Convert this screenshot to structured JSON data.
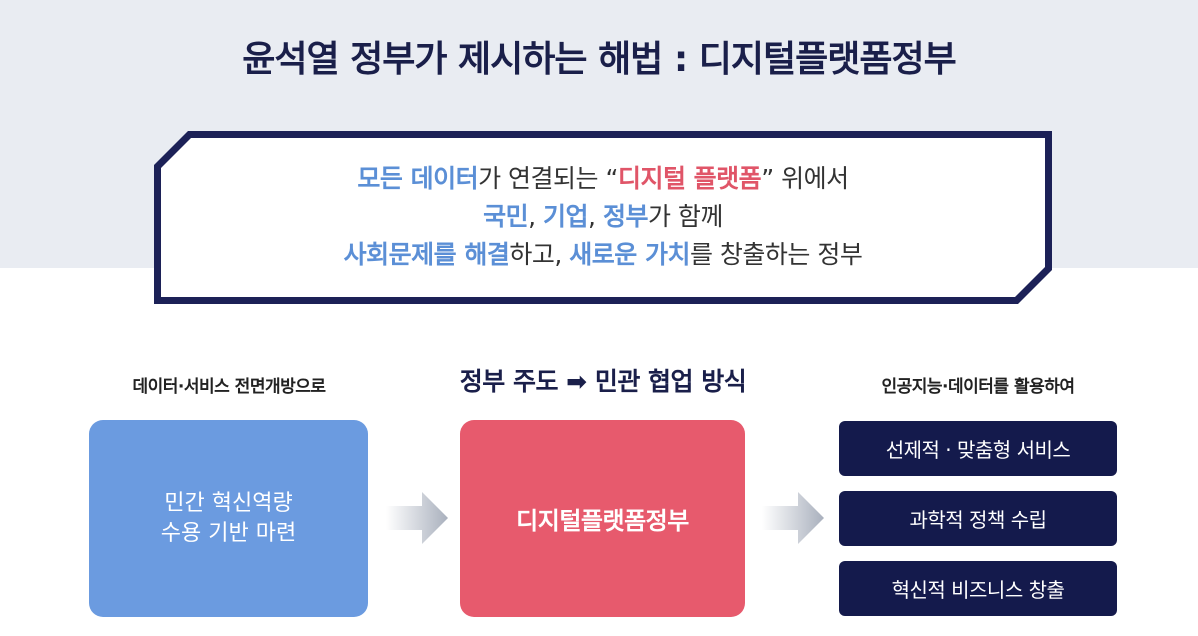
{
  "title": "윤석열 정부가 제시하는 해법 : 디지털플랫폼정부",
  "quote": {
    "line1": {
      "a": "모든 데이터",
      "b": "가 연결되는 “",
      "c": "디지털 플랫폼",
      "d": "” 위에서"
    },
    "line2": {
      "a": "국민",
      "b": ", ",
      "c": "기업",
      "d": ", ",
      "e": "정부",
      "f": "가 함께"
    },
    "line3": {
      "a": "사회문제를 해결",
      "b": "하고, ",
      "c": "새로운 가치",
      "d": "를 창출하는 정부"
    }
  },
  "left": {
    "heading": "데이터·서비스 전면개방으로",
    "box_line1": "민간 혁신역량",
    "box_line2": "수용 기반 마련"
  },
  "middle": {
    "heading": "정부 주도 ➡ 민관 협업 방식",
    "box": "디지털플랫폼정부"
  },
  "right": {
    "heading": "인공지능·데이터를 활용하여",
    "items": [
      "선제적 · 맞춤형 서비스",
      "과학적 정책 수립",
      "혁신적 비즈니스 창출"
    ]
  },
  "colors": {
    "navy": "#1c2157",
    "blue": "#6b9be0",
    "red": "#e75a6d",
    "band": "#e9ecf2"
  }
}
